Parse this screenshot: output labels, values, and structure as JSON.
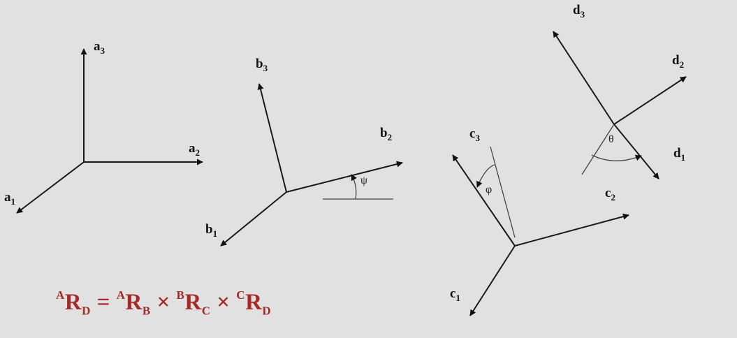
{
  "frames": {
    "a": {
      "v1": "a",
      "s1": "1",
      "v2": "a",
      "s2": "2",
      "v3": "a",
      "s3": "3"
    },
    "b": {
      "v1": "b",
      "s1": "1",
      "v2": "b",
      "s2": "2",
      "v3": "b",
      "s3": "3",
      "angle": "ψ"
    },
    "c": {
      "v1": "c",
      "s1": "1",
      "v2": "c",
      "s2": "2",
      "v3": "c",
      "s3": "3",
      "angle": "φ"
    },
    "d": {
      "v1": "d",
      "s1": "1",
      "v2": "d",
      "s2": "2",
      "v3": "d",
      "s3": "3",
      "angle": "θ"
    }
  },
  "equation": {
    "t0_pre": "A",
    "t0_main": "R",
    "t0_sub": "D",
    "eq": " = ",
    "t1_pre": "A",
    "t1_main": "R",
    "t1_sub": "B",
    "times1": " × ",
    "t2_pre": "B",
    "t2_main": "R",
    "t2_sub": "C",
    "times2": " × ",
    "t3_pre": "C",
    "t3_main": "R",
    "t3_sub": "D"
  },
  "colors": {
    "equation": "#a42a2a",
    "axes": "#1a1a1a",
    "background": "#e2e1e1"
  }
}
